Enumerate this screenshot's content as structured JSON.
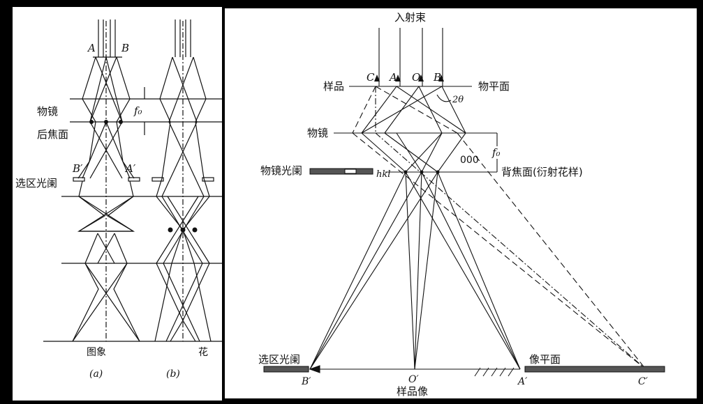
{
  "left_panel": {
    "point_labels": {
      "a": "A",
      "b": "B",
      "b_prime": "B′",
      "a_prime": "A′"
    },
    "focal_label": "f₀",
    "side_labels": {
      "objective": "物镜",
      "back_focal_plane": "后焦面",
      "sa_aperture": "选区光阑"
    },
    "bottom_labels": {
      "image": "图象",
      "pattern": "花"
    },
    "subfig_labels": {
      "a": "(a)",
      "b": "(b)"
    }
  },
  "right_panel": {
    "incident_beam": "入射束",
    "specimen": "样品",
    "object_plane": "物平面",
    "points": {
      "c": "C",
      "a": "A",
      "o": "O",
      "b": "B"
    },
    "two_theta": "2θ",
    "objective": "物镜",
    "focal_length": "f₀",
    "objective_aperture": "物镜光阑",
    "hkl": "hkl",
    "spot_000": "000",
    "back_focal_plane": "背焦面(衍射花样)",
    "sa_aperture": "选区光阑",
    "image_plane": "像平面",
    "image_points": {
      "b_prime": "B′",
      "o_prime": "O′",
      "a_prime": "A′",
      "c_prime": "C′"
    },
    "specimen_image": "样品像"
  },
  "colors": {
    "background": "#000000",
    "paper": "#ffffff",
    "ink": "#111111"
  }
}
